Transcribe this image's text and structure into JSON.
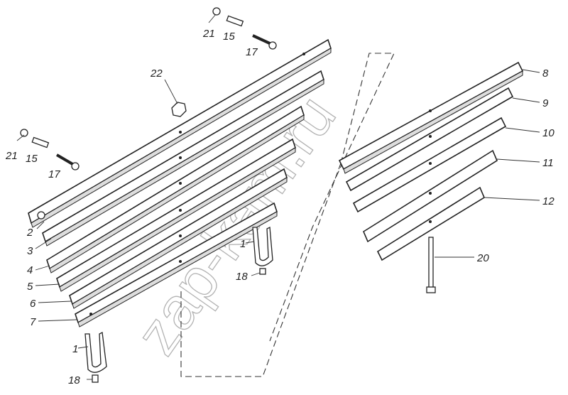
{
  "diagram": {
    "watermark": "zap-kam.ru",
    "labels": {
      "l1a": "1",
      "l1b": "1",
      "l2": "2",
      "l3": "3",
      "l4": "4",
      "l5": "5",
      "l6": "6",
      "l7": "7",
      "l8": "8",
      "l9": "9",
      "l10": "10",
      "l11": "11",
      "l12": "12",
      "l15a": "15",
      "l15b": "15",
      "l17a": "17",
      "l17b": "17",
      "l18a": "18",
      "l18b": "18",
      "l20": "20",
      "l21a": "21",
      "l21b": "21",
      "l22": "22"
    }
  }
}
